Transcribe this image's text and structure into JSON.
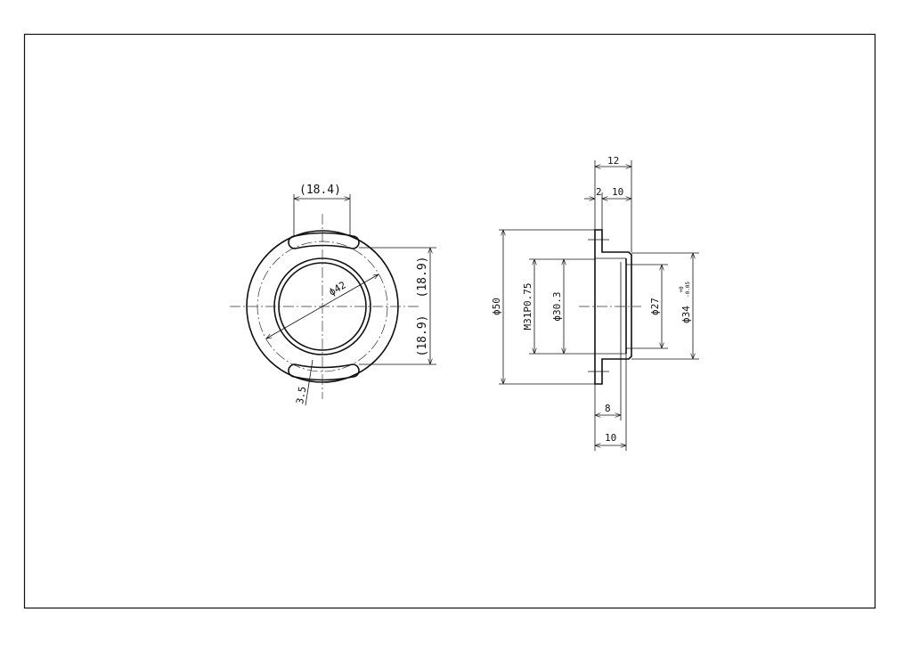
{
  "front_view": {
    "width_ref": "(18.4)",
    "upper_ref": "(18.9)",
    "lower_ref": "(18.9)",
    "pcd": "ϕ42",
    "slot_width": "3.5"
  },
  "side_view": {
    "overall_length": "12",
    "flange_thickness": "2",
    "body_length_top": "10",
    "flange_dia": "ϕ50",
    "thread": "M31P0.75",
    "thread_minor": "ϕ30.3",
    "bore": "ϕ27",
    "body_dia": "ϕ34",
    "tol_upper": "+0",
    "tol_lower": "-0.05",
    "thread_length": "8",
    "body_length_bottom": "10"
  }
}
